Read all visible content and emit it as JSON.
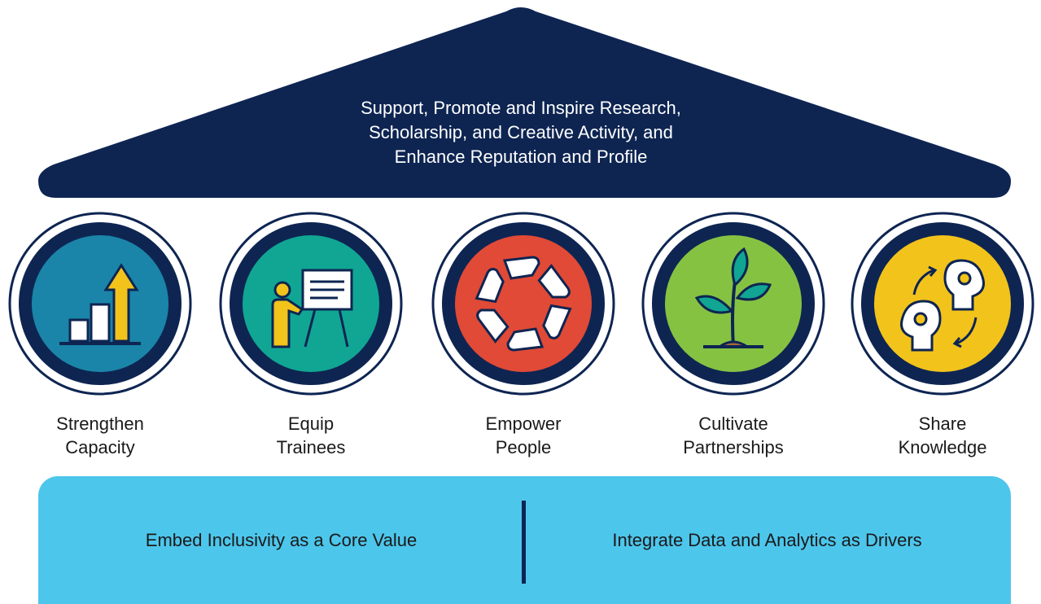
{
  "roof": {
    "lines": [
      "Support, Promote and Inspire Research,",
      "Scholarship, and Creative Activity, and",
      "Enhance Reputation and Profile"
    ],
    "color": "#0e2552"
  },
  "pillars": [
    {
      "line1": "Strengthen",
      "line2": "Capacity",
      "icon": "growth-bar-chart-icon",
      "color": "#1a85a8"
    },
    {
      "line1": "Equip",
      "line2": "Trainees",
      "icon": "presentation-teacher-icon",
      "color": "#10a693"
    },
    {
      "line1": "Empower",
      "line2": "People",
      "icon": "joined-hands-circle-icon",
      "color": "#e04a36"
    },
    {
      "line1": "Cultivate",
      "line2": "Partnerships",
      "icon": "sprouting-plant-icon",
      "color": "#86c242"
    },
    {
      "line1": "Share",
      "line2": "Knowledge",
      "icon": "exchanging-ideas-heads-icon",
      "color": "#f2c31b"
    }
  ],
  "foundation": {
    "left": "Embed Inclusivity as a Core Value",
    "right": "Integrate Data and Analytics as Drivers",
    "color": "#4dc6ec"
  }
}
